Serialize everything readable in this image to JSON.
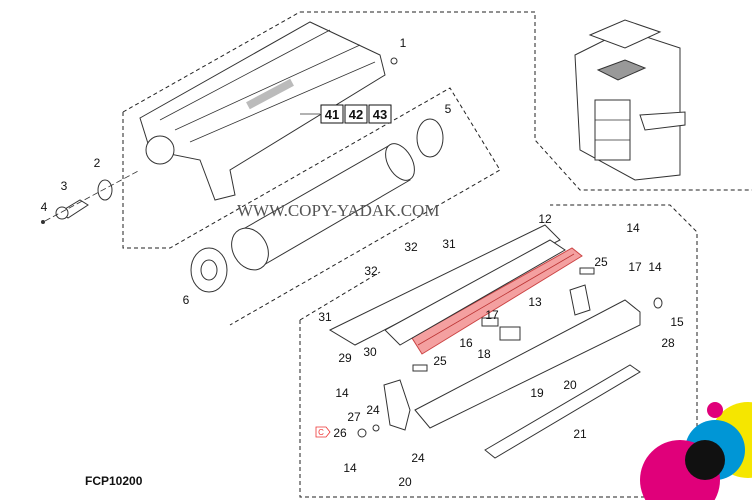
{
  "diagram_code": "FCP10200",
  "watermark": "WWW.COPY-YADAK.COM",
  "reference_boxes": [
    "41",
    "42",
    "43"
  ],
  "callouts": {
    "c1": "1",
    "c2": "2",
    "c3": "3",
    "c4": "4",
    "c5": "5",
    "c6": "6",
    "c12": "12",
    "c13": "13",
    "c14a": "14",
    "c14b": "14",
    "c14c": "14",
    "c14d": "14",
    "c15": "15",
    "c16": "16",
    "c17a": "17",
    "c17b": "17",
    "c18": "18",
    "c19": "19",
    "c20a": "20",
    "c20b": "20",
    "c21": "21",
    "c24a": "24",
    "c24b": "24",
    "c25a": "25",
    "c25b": "25",
    "c26": "26",
    "c27": "27",
    "c28": "28",
    "c29": "29",
    "c30": "30",
    "c31a": "31",
    "c31b": "31",
    "c32a": "32",
    "c32b": "32"
  },
  "badge_c": "C",
  "highlight_color": "#f08080"
}
